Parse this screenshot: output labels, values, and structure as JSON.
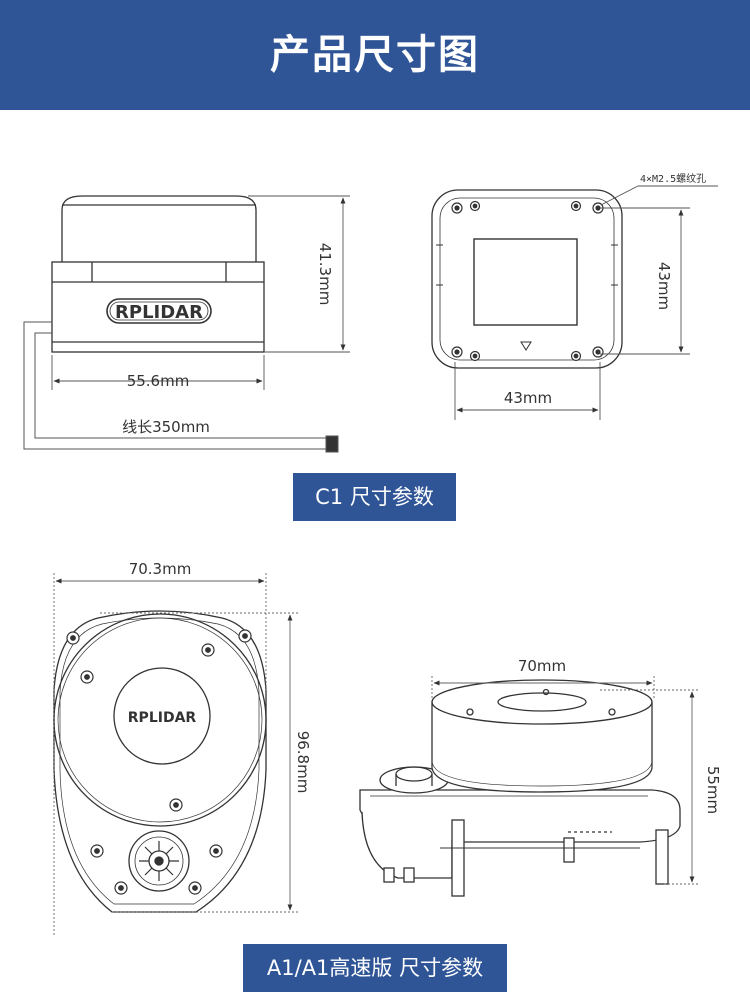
{
  "header": {
    "title": "产品尺寸图",
    "bg_color": "#2f5597"
  },
  "c1": {
    "logo": "RPLIDAR",
    "height_label": "41.3mm",
    "width_label": "55.6mm",
    "cable_label": "线长350mm",
    "hole_note": "4×M2.5螺纹孔",
    "bottom_height_label": "43mm",
    "bottom_width_label": "43mm",
    "caption": "C1 尺寸参数"
  },
  "a1": {
    "logo": "RPLIDAR",
    "width_label": "70.3mm",
    "height_label": "96.8mm",
    "side_width_label": "70mm",
    "side_height_label": "55mm",
    "caption": "A1/A1高速版 尺寸参数"
  }
}
